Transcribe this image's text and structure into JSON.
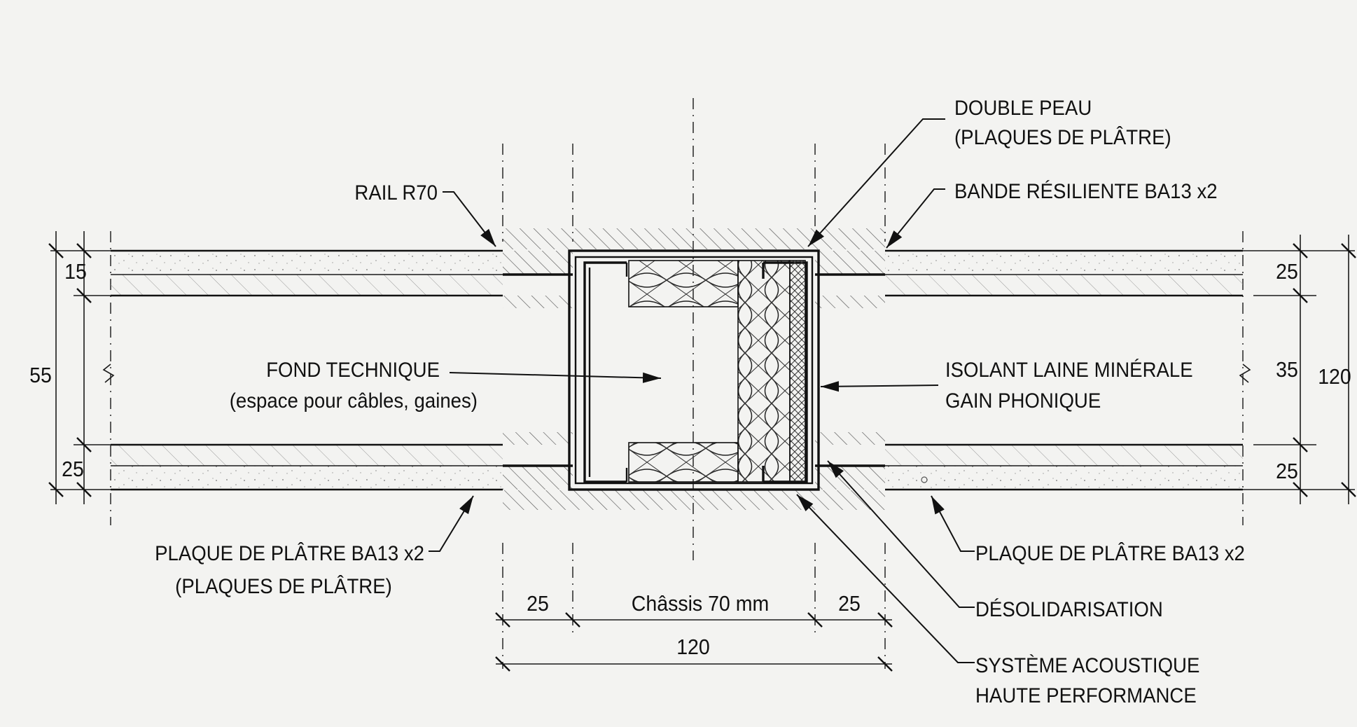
{
  "labels": {
    "double_peau_1": "DOUBLE PEAU",
    "double_peau_2": "(PLAQUES DE PLÂTRE)",
    "rail": "RAIL R70",
    "bande": "BANDE  RÉSILIENTE  BA13 x2",
    "fond_1": "FOND TECHNIQUE",
    "fond_2": "(espace pour câbles, gaines)",
    "isolant_1": "ISOLANT LAINE MINÉRALE",
    "isolant_2": "GAIN PHONIQUE",
    "plaque_left_1": "PLAQUE DE PLÂTRE BA13 x2",
    "plaque_left_2": "(PLAQUES DE PLÂTRE)",
    "plaque_right": "PLAQUE DE PLÂTRE BA13 x2",
    "desolidarisation": "DÉSOLIDARISATION",
    "systeme_1": "SYSTÈME ACOUSTIQUE",
    "systeme_2": "HAUTE PERFORMANCE"
  },
  "dimensions": {
    "left_top": "15",
    "left_total": "55",
    "left_bottom": "25",
    "right_top": "25",
    "right_mid": "35",
    "right_bottom": "25",
    "right_total": "120",
    "bottom_left": "25",
    "bottom_chassis": "Châssis 70 mm",
    "bottom_right": "25",
    "bottom_total": "120"
  },
  "colors": {
    "line": "#111111",
    "background": "#f3f3f1",
    "hatch": "#555555"
  }
}
